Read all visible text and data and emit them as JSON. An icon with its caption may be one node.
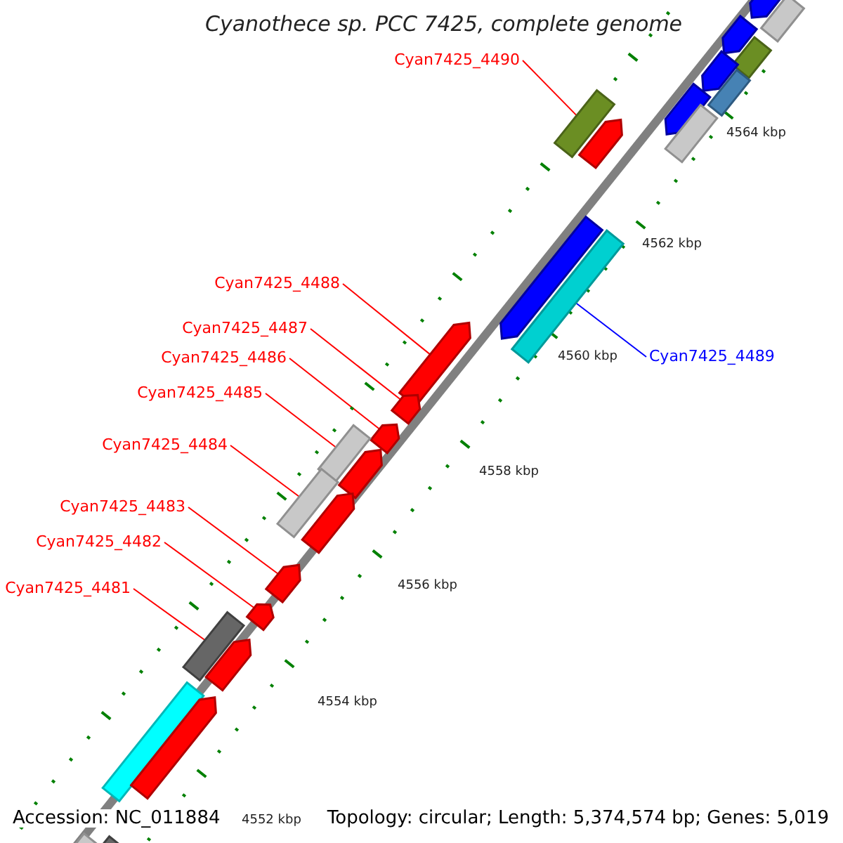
{
  "diagram": {
    "title": "Cyanothece sp. PCC 7425, complete genome",
    "nodes": [
      {
        "text": [
          "Cyan7425_4490"
        ]
      },
      {
        "text": [
          "Cyan7425_4488"
        ]
      },
      {
        "text": [
          "Cyan7425_4487"
        ]
      },
      {
        "text": [
          "Cyan7425_4489"
        ]
      },
      {
        "text": [
          "Cyan7425_4486"
        ]
      },
      {
        "text": [
          "Cyan7425_4485"
        ]
      },
      {
        "text": [
          "Cyan7425_4484"
        ]
      },
      {
        "text": [
          "Cyan7425_4483"
        ]
      },
      {
        "text": [
          "Cyan7425_4482"
        ]
      },
      {
        "text": [
          "Cyan7425_4481"
        ]
      },
      {
        "text": [],
        "shape": "bar"
      },
      {
        "text": [],
        "shape": "bar"
      },
      {
        "text": [],
        "shape": "bar"
      },
      {
        "text": [],
        "shape": "bar"
      },
      {
        "text": [],
        "shape": "bar"
      },
      {
        "text": [],
        "shape": "bar"
      },
      {
        "text": [],
        "shape": "bar"
      },
      {
        "text": [],
        "shape": "bar"
      },
      {
        "text": [],
        "shape": "bar"
      },
      {
        "text": [],
        "shape": "bar"
      },
      {
        "text": [],
        "shape": "bar"
      },
      {
        "text": [],
        "shape": "bar"
      },
      {
        "text": [],
        "shape": "bar"
      },
      {
        "text": [],
        "shape": "bar"
      },
      {
        "text": [],
        "shape": "bar"
      },
      {
        "text": [],
        "shape": "bar"
      },
      {
        "text": [],
        "shape": "bar"
      },
      {
        "text": [],
        "shape": "bar"
      },
      {
        "text": [],
        "shape": "bar"
      },
      {
        "text": [],
        "shape": "bar"
      },
      {
        "text": [],
        "shape": "bar"
      },
      {
        "text": [],
        "shape": "bar"
      },
      {
        "text": [],
        "shape": "bar"
      },
      {
        "text": [],
        "shape": "bar"
      },
      {
        "text": [],
        "shape": "bar"
      },
      {
        "text": [],
        "shape": "bar"
      },
      {
        "text": [],
        "shape": "bar"
      }
    ],
    "edges": [
      {
        "from": 0,
        "to": 10,
        "arrow": "none"
      },
      {
        "from": 1,
        "to": 11,
        "arrow": "none"
      },
      {
        "from": 2,
        "to": 12,
        "arrow": "none"
      },
      {
        "from": 3,
        "to": 13,
        "arrow": "none",
        "color": "#0000ff"
      },
      {
        "from": 4,
        "to": 14,
        "arrow": "none"
      },
      {
        "from": 5,
        "to": 15,
        "arrow": "none"
      },
      {
        "from": 6,
        "to": 16,
        "arrow": "none"
      },
      {
        "from": 7,
        "to": 17,
        "arrow": "none"
      },
      {
        "from": 8,
        "to": 18,
        "arrow": "none"
      },
      {
        "from": 9,
        "to": 19,
        "arrow": "none"
      }
    ],
    "labels": [
      "4564 kbp",
      "4562 kbp",
      "4560 kbp",
      "4558 kbp",
      "4556 kbp",
      "4554 kbp",
      "Accession: NC_011884",
      "4552 kbp",
      "Topology: circular; Length: 5,374,574 bp; Genes: 5,019"
    ]
  }
}
